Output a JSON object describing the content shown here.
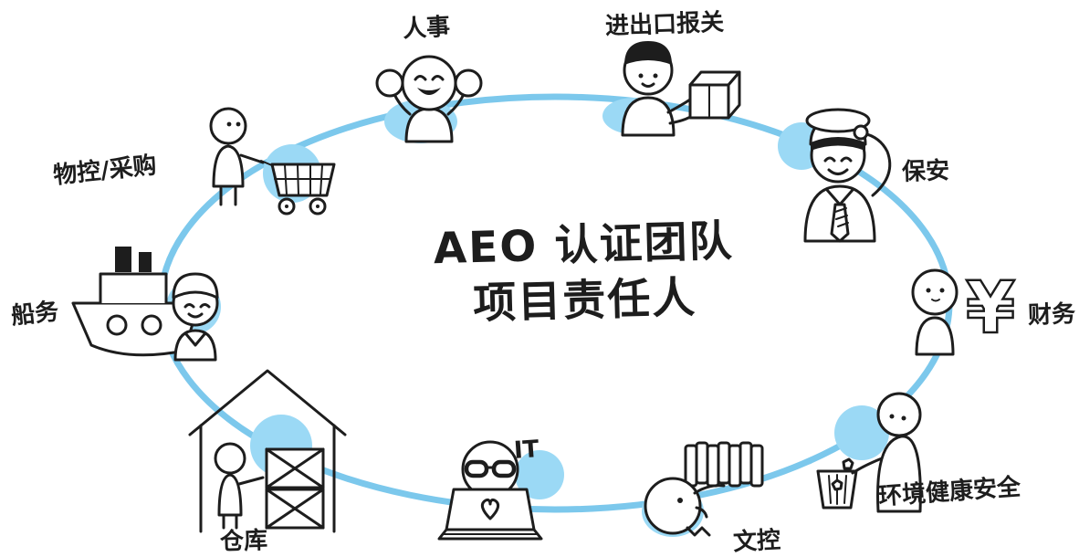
{
  "diagram": {
    "title_line1": "AEO 认证团队",
    "title_line2": "项目责任人"
  },
  "roles": [
    {
      "label": "物控/采购",
      "icon": "shopping-cart-person"
    },
    {
      "label": "人事",
      "icon": "cheering-person"
    },
    {
      "label": "进出口报关",
      "icon": "person-holding-box"
    },
    {
      "label": "保安",
      "icon": "saluting-guard"
    },
    {
      "label": "财务",
      "icon": "person-with-yen-sign"
    },
    {
      "label": "环境健康安全",
      "icon": "person-with-trash-bin"
    },
    {
      "label": "文控",
      "icon": "person-with-files"
    },
    {
      "label": "IT",
      "icon": "person-with-laptop"
    },
    {
      "label": "仓库",
      "icon": "warehouse-worker"
    },
    {
      "label": "船务",
      "icon": "ship-and-sailor"
    }
  ],
  "symbols": {
    "yen": "¥"
  },
  "colors": {
    "ring": "#7cc8ec",
    "accent": "#9bd9f5",
    "ink": "#1d1d1d",
    "background": "#ffffff"
  }
}
